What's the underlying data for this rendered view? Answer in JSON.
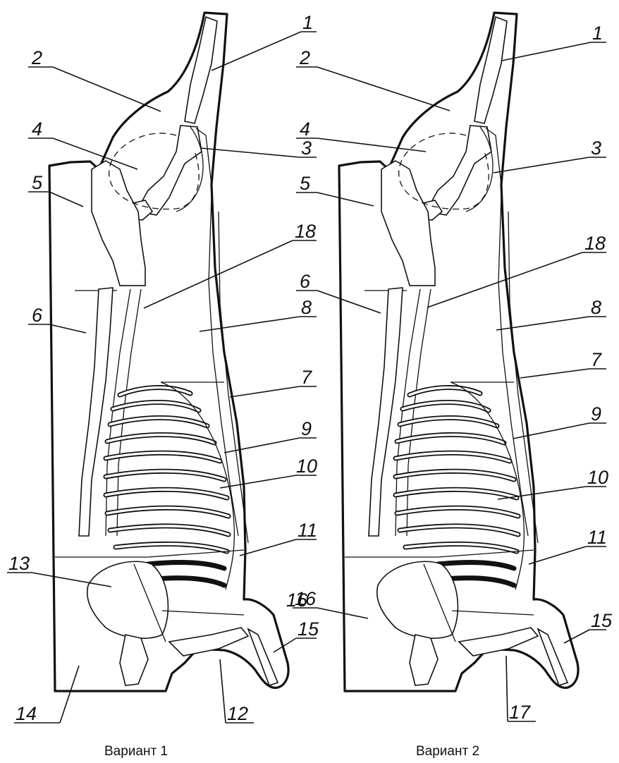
{
  "variants": [
    {
      "caption": "Вариант 1",
      "labels": [
        "1",
        "2",
        "4",
        "3",
        "5",
        "18",
        "6",
        "8",
        "7",
        "9",
        "10",
        "11",
        "13",
        "16",
        "15",
        "14",
        "12"
      ]
    },
    {
      "caption": "Вариант 2",
      "labels": [
        "1",
        "2",
        "4",
        "3",
        "5",
        "18",
        "6",
        "8",
        "7",
        "9",
        "10",
        "11",
        "16",
        "15",
        "17"
      ]
    }
  ]
}
